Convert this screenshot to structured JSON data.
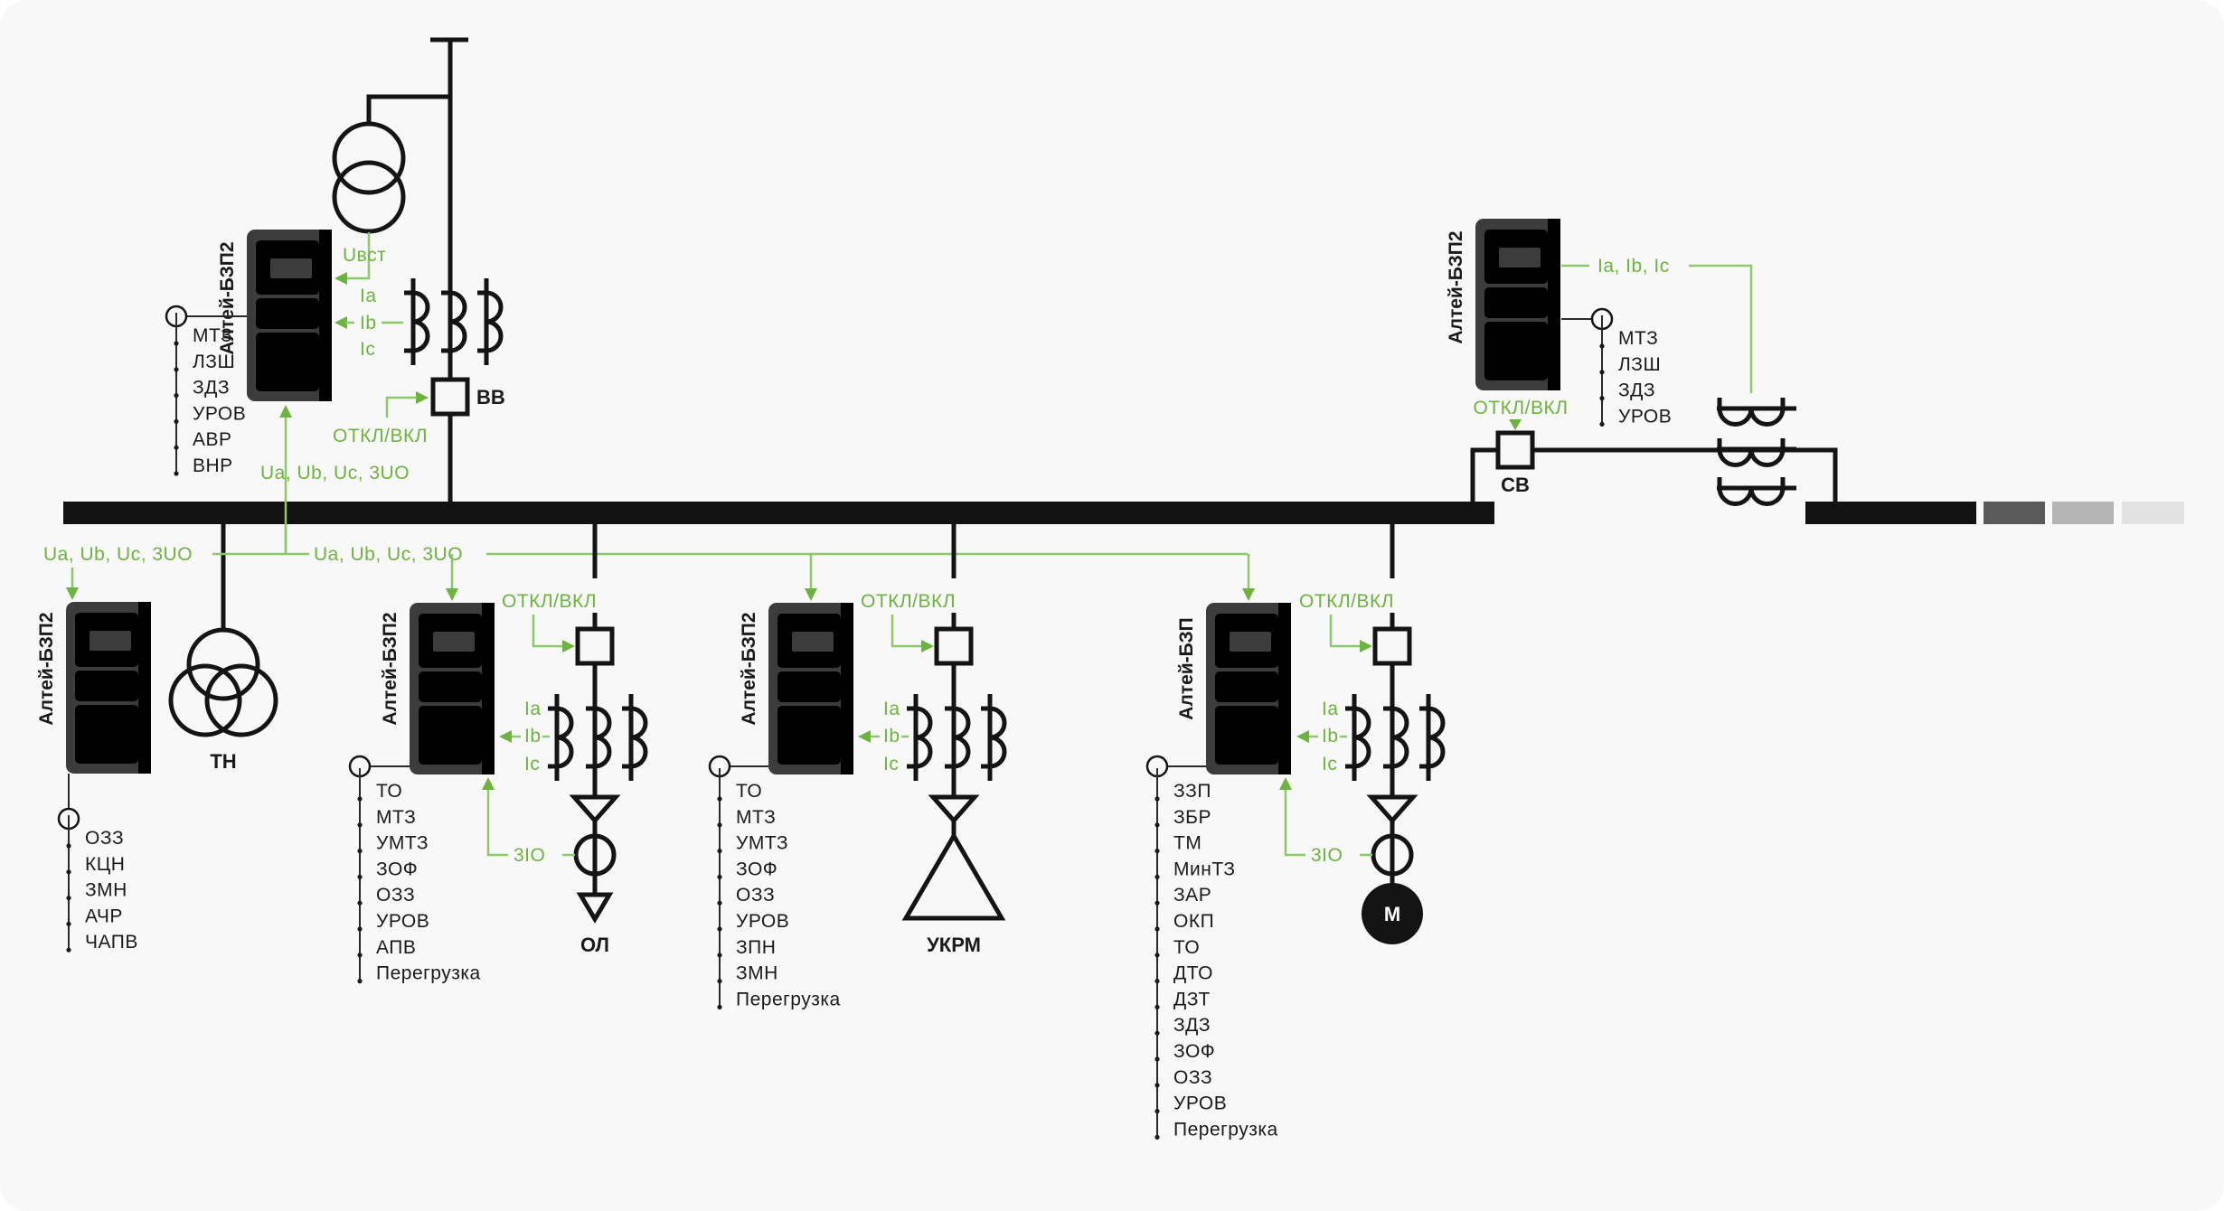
{
  "colors": {
    "background": "#f8f8f8",
    "bus": "#121212",
    "signal_green": "#6db33f",
    "bus_fade": [
      "#5a5a5a",
      "#b4b4b4",
      "#e2e2e2"
    ]
  },
  "busbars": {
    "section1": "main-bus",
    "section2": "bus-section-2",
    "continuation_segments": 3
  },
  "incomer": {
    "breaker_label": "ВВ",
    "relay": {
      "model": "Алтей-БЗП2",
      "inputs": {
        "voltage_aux": "Uвст",
        "ia": "Ia",
        "ib": "Ib",
        "ic": "Ic",
        "voltages": "Ua, Ub, Uc, 3UO"
      },
      "control": "ОТКЛ/ВКЛ",
      "functions": [
        "МТЗ",
        "ЛЗШ",
        "ЗДЗ",
        "УРОВ",
        "АВР",
        "ВНР"
      ]
    }
  },
  "vt": {
    "label": "ТН",
    "relay": {
      "model": "Алтей-БЗП2",
      "input": "Ua, Ub, Uc, 3UO",
      "functions": [
        "ОЗЗ",
        "КЦН",
        "ЗМН",
        "АЧР",
        "ЧАПВ"
      ]
    },
    "bus_voltage_label": "Ua, Ub, Uc, 3UO"
  },
  "feeders": [
    {
      "label": "ОЛ",
      "relay": {
        "model": "Алтей-БЗП2",
        "control": "ОТКЛ/ВКЛ",
        "ia": "Ia",
        "ib": "Ib",
        "ic": "Ic",
        "zero_seq": "3IO",
        "functions": [
          "ТО",
          "МТЗ",
          "УМТЗ",
          "ЗОФ",
          "ОЗЗ",
          "УРОВ",
          "АПВ",
          "Перегрузка"
        ]
      }
    },
    {
      "label": "УКРМ",
      "relay": {
        "model": "Алтей-БЗП2",
        "control": "ОТКЛ/ВКЛ",
        "ia": "Ia",
        "ib": "Ib",
        "ic": "Ic",
        "functions": [
          "ТО",
          "МТЗ",
          "УМТЗ",
          "ЗОФ",
          "ОЗЗ",
          "УРОВ",
          "ЗПН",
          "ЗМН",
          "Перегрузка"
        ]
      }
    },
    {
      "label": "М",
      "relay": {
        "model": "Алтей-БЗП",
        "control": "ОТКЛ/ВКЛ",
        "ia": "Ia",
        "ib": "Ib",
        "ic": "Ic",
        "zero_seq": "3IO",
        "functions": [
          "ЗЗП",
          "ЗБР",
          "ТМ",
          "МинТЗ",
          "ЗАР",
          "ОКП",
          "ТО",
          "ДТО",
          "ДЗТ",
          "ЗДЗ",
          "ЗОФ",
          "ОЗЗ",
          "УРОВ",
          "Перегрузка"
        ]
      }
    }
  ],
  "sectional": {
    "breaker_label": "СВ",
    "relay": {
      "model": "Алтей-БЗП2",
      "currents": "Ia, Ib, Ic",
      "control": "ОТКЛ/ВКЛ",
      "functions": [
        "МТЗ",
        "ЛЗШ",
        "ЗДЗ",
        "УРОВ"
      ]
    }
  }
}
